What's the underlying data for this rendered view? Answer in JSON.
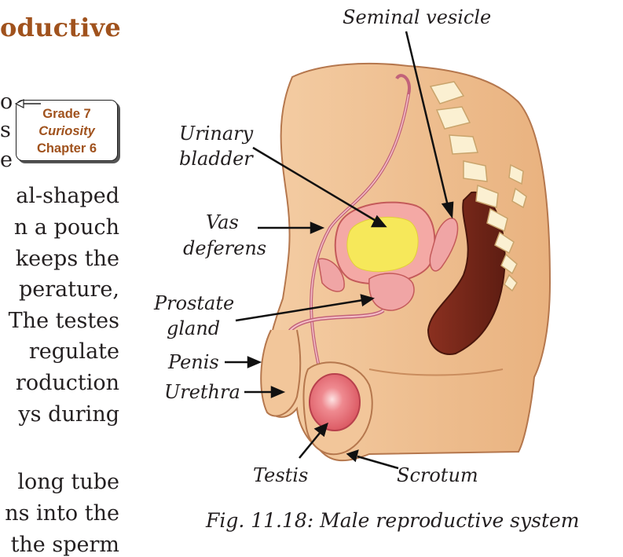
{
  "page": {
    "heading_fragment": "oductive",
    "left_fragments": [
      "o",
      "s",
      "e"
    ],
    "body_lines": [
      "al-shaped",
      "n a pouch",
      "keeps the",
      "perature,",
      "The testes",
      "regulate",
      "roduction",
      "ys during",
      "",
      "long tube",
      "ns into the",
      "the sperm"
    ]
  },
  "badge": {
    "line1": "Grade 7",
    "line2": "Curiosity",
    "line3": "Chapter 6"
  },
  "labels": {
    "seminal_vesicle": "Seminal vesicle",
    "urinary_1": "Urinary",
    "urinary_2": "bladder",
    "vas_1": "Vas",
    "vas_2": "deferens",
    "prostate_1": "Prostate",
    "prostate_2": "gland",
    "penis": "Penis",
    "urethra": "Urethra",
    "testis": "Testis",
    "scrotum": "Scrotum"
  },
  "caption": "Fig. 11.18: Male reproductive system",
  "colors": {
    "skin": "#f2c69a",
    "skin_dark": "#e3a877",
    "rectum": "#7a2a1c",
    "bladder_fill": "#f6e85a",
    "tissue_pink": "#f0a5a5",
    "testis": "#e8606a",
    "heading": "#a0521d",
    "bone": "#fbf0d2"
  }
}
